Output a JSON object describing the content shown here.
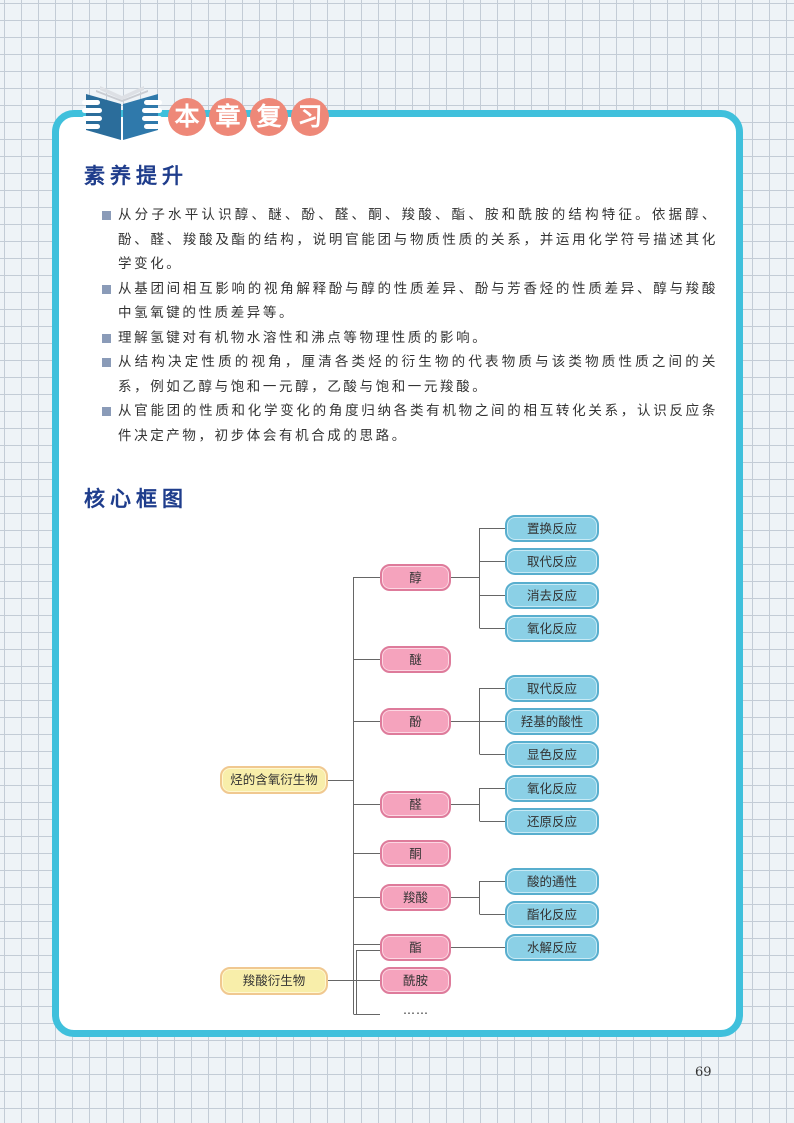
{
  "banner": {
    "icon": "open-book-icon",
    "chars": [
      "本",
      "章",
      "复",
      "习"
    ],
    "color": "#ee8878"
  },
  "section1": {
    "title": "素养提升",
    "bullets": [
      "从分子水平认识醇、醚、酚、醛、酮、羧酸、酯、胺和酰胺的结构特征。依据醇、酚、醛、羧酸及酯的结构，说明官能团与物质性质的关系，并运用化学符号描述其化学变化。",
      "从基团间相互影响的视角解释酚与醇的性质差异、酚与芳香烃的性质差异、醇与羧酸中氢氧键的性质差异等。",
      "理解氢键对有机物水溶性和沸点等物理性质的影响。",
      "从结构决定性质的视角，厘清各类烃的衍生物的代表物质与该类物质性质之间的关系，例如乙醇与饱和一元醇，乙酸与饱和一元羧酸。",
      "从官能团的性质和化学变化的角度归纳各类有机物之间的相互转化关系，认识反应条件决定产物，初步体会有机合成的思路。"
    ]
  },
  "section2": {
    "title": "核心框图"
  },
  "diagram": {
    "roots": [
      {
        "label": "烃的含氧衍生物"
      },
      {
        "label": "羧酸衍生物"
      }
    ],
    "categories": [
      {
        "label": "醇",
        "reactions": [
          "置换反应",
          "取代反应",
          "消去反应",
          "氧化反应"
        ]
      },
      {
        "label": "醚",
        "reactions": []
      },
      {
        "label": "酚",
        "reactions": [
          "取代反应",
          "羟基的酸性",
          "显色反应"
        ]
      },
      {
        "label": "醛",
        "reactions": [
          "氧化反应",
          "还原反应"
        ]
      },
      {
        "label": "酮",
        "reactions": []
      },
      {
        "label": "羧酸",
        "reactions": [
          "酸的通性",
          "酯化反应"
        ]
      },
      {
        "label": "酯",
        "reactions": [
          "水解反应"
        ]
      },
      {
        "label": "酰胺",
        "reactions": []
      }
    ],
    "ellipsis": "……"
  },
  "colors": {
    "card_border": "#3fc0dc",
    "heading": "#1f3d8c",
    "pink_node": "#f5a3bd",
    "blue_node": "#8bd0e6",
    "yellow_node": "#f8eeaa"
  },
  "page_number": "69"
}
